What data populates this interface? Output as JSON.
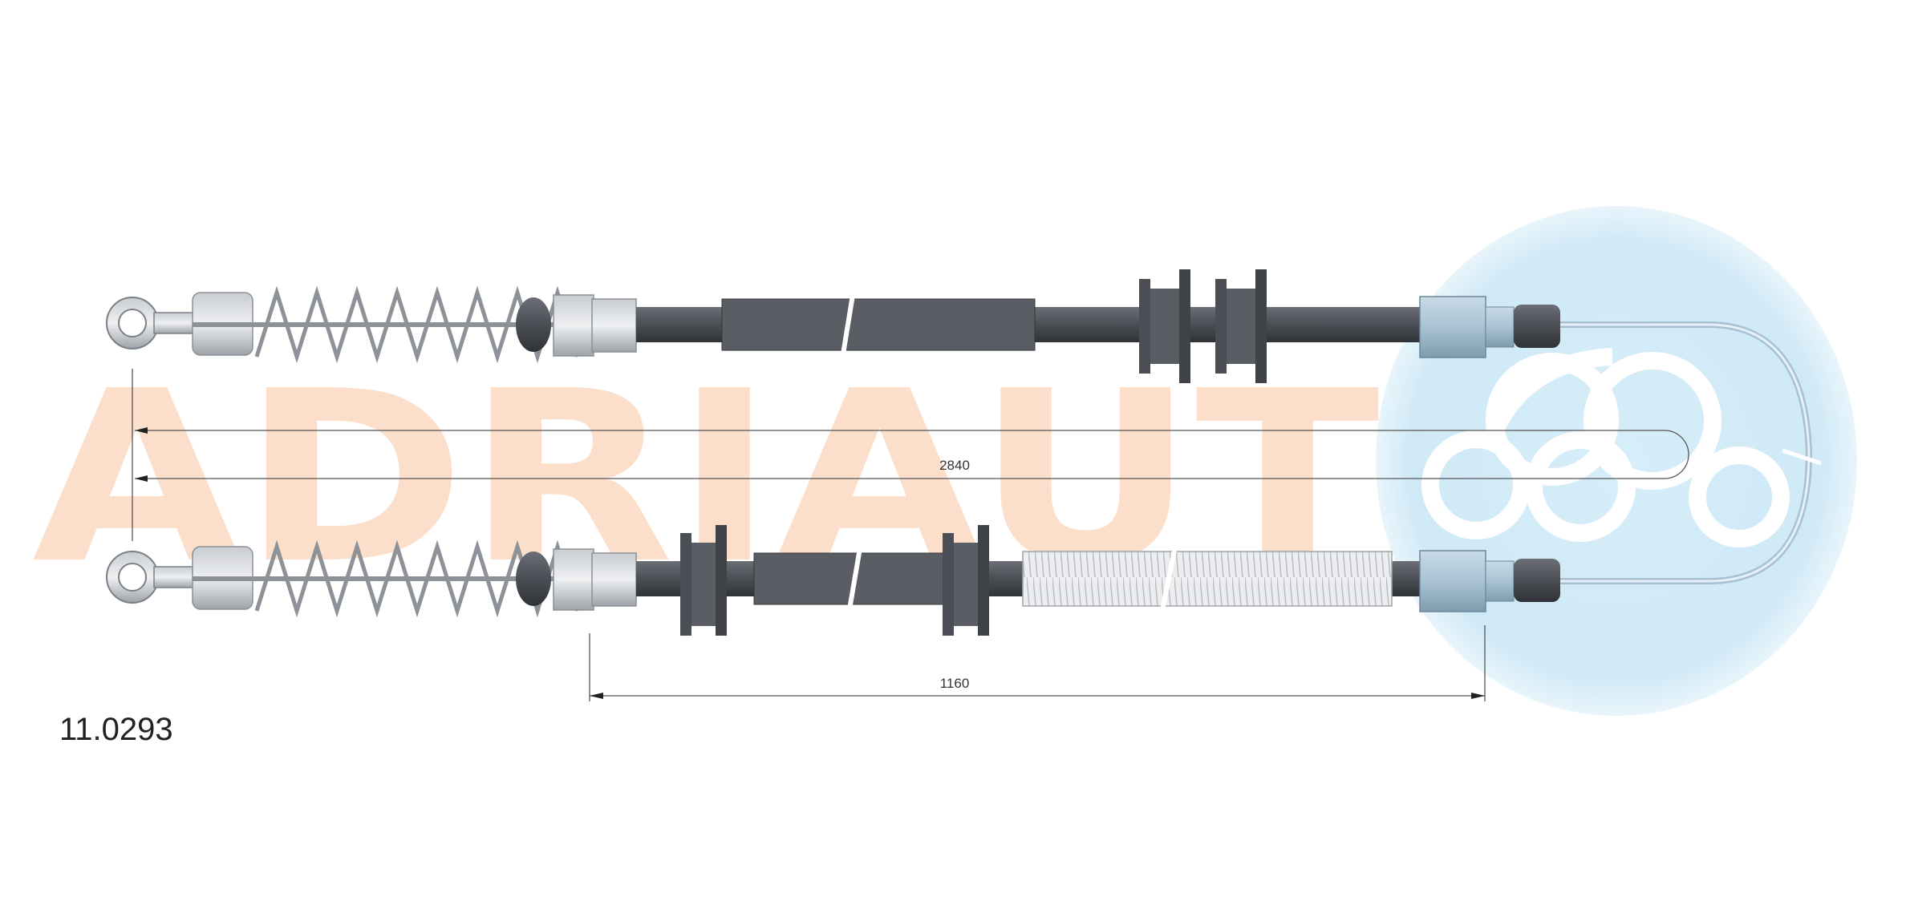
{
  "product": {
    "part_number": "11.0293"
  },
  "dimensions": {
    "overall_length": "2840",
    "section_length": "1160"
  },
  "watermark": {
    "brand_text": "ADRIAUT",
    "text_color": "#fbdcc6",
    "circle_color": "#cfe9f6"
  },
  "colors": {
    "cable_dark": "#4b4f55",
    "cable_sleeve": "#5a5e64",
    "fitting_blue": "#a9c3d4",
    "spring_grey": "#9aa0a6",
    "dimension_line": "#555555"
  }
}
